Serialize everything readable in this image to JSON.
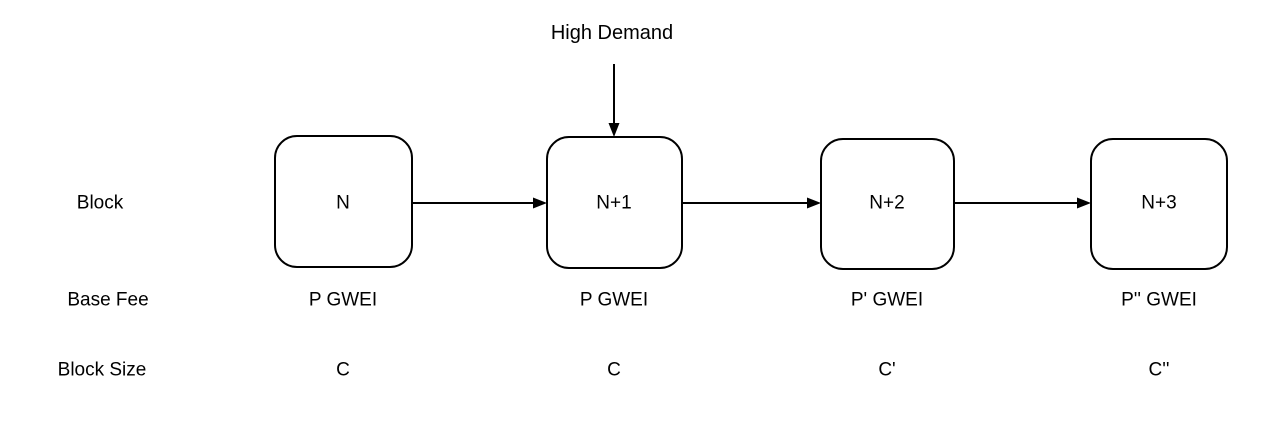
{
  "diagram": {
    "title_annotation": "High Demand",
    "row_labels": [
      {
        "id": "block",
        "label": "Block"
      },
      {
        "id": "base-fee",
        "label": "Base Fee"
      },
      {
        "id": "block-size",
        "label": "Block Size"
      }
    ],
    "columns": [
      {
        "block": "N",
        "base_fee": "P GWEI",
        "block_size": "C"
      },
      {
        "block": "N+1",
        "base_fee": "P GWEI",
        "block_size": "C"
      },
      {
        "block": "N+2",
        "base_fee": "P' GWEI",
        "block_size": "C'"
      },
      {
        "block": "N+3",
        "base_fee": "P'' GWEI",
        "block_size": "C''"
      }
    ],
    "colors": {
      "stroke": "#000000",
      "fill": "#ffffff",
      "text": "#000000",
      "background": "#ffffff"
    }
  }
}
